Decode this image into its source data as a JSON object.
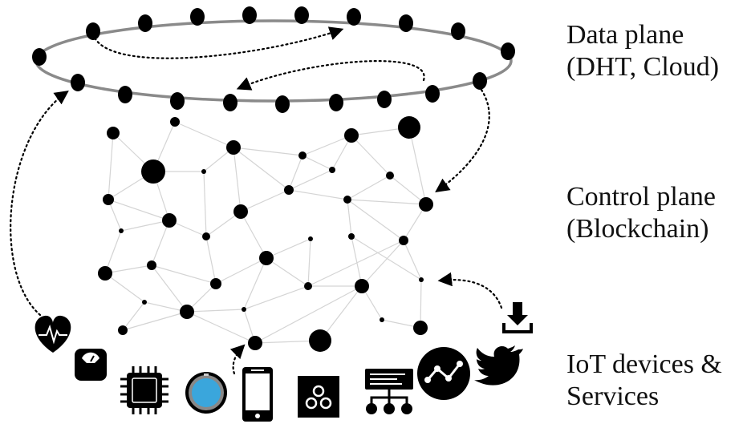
{
  "labels": {
    "data_plane": {
      "line1": "Data plane",
      "line2": "(DHT, Cloud)"
    },
    "control_plane": {
      "line1": "Control plane",
      "line2": "(Blockchain)"
    },
    "iot": {
      "line1": "IoT devices &",
      "line2": "Services"
    }
  },
  "devices": [
    {
      "name": "heart-rate-icon"
    },
    {
      "name": "scale-icon"
    },
    {
      "name": "chip-icon"
    },
    {
      "name": "smart-thermostat-icon"
    },
    {
      "name": "smartphone-icon"
    },
    {
      "name": "hub-icon"
    },
    {
      "name": "server-network-icon"
    },
    {
      "name": "analytics-icon"
    },
    {
      "name": "twitter-icon"
    },
    {
      "name": "download-icon"
    }
  ],
  "colors": {
    "ink": "#000000",
    "ring": "#8a8a8a",
    "edge": "#d4d4d4",
    "thermostat": "#3aa6dc"
  }
}
